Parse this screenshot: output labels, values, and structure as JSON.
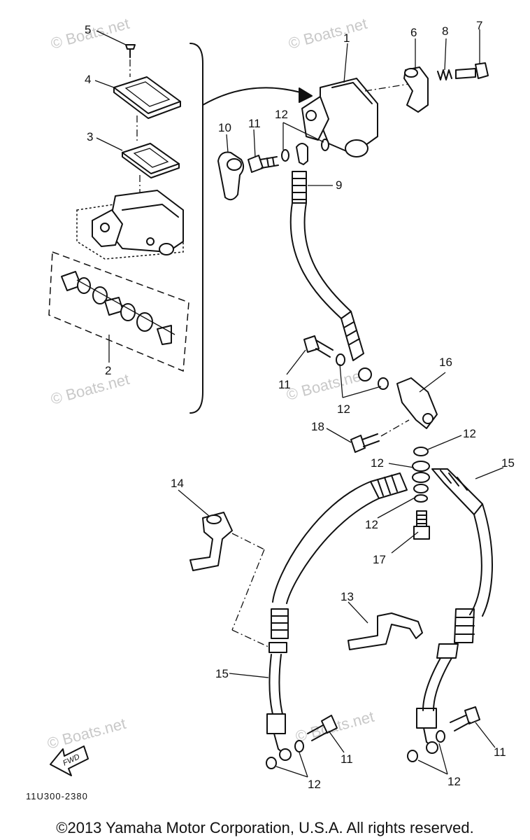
{
  "watermarks": [
    "© Boats.net",
    "© Boats.net",
    "© Boats.net",
    "© Boats.net",
    "© Boats.net",
    "© Boats.net"
  ],
  "part_labels": {
    "p1": "1",
    "p2": "2",
    "p3": "3",
    "p4": "4",
    "p5": "5",
    "p6": "6",
    "p7": "7",
    "p8": "8",
    "p9": "9",
    "p10": "10",
    "p11a": "11",
    "p11b": "11",
    "p11c": "11",
    "p11d": "11",
    "p12a": "12",
    "p12b": "12",
    "p12c": "12",
    "p12d": "12",
    "p12e": "12",
    "p12f": "12",
    "p12g": "12",
    "p13": "13",
    "p14": "14",
    "p15a": "15",
    "p15b": "15",
    "p16": "16",
    "p17": "17",
    "p18": "18"
  },
  "fwd_label": "FWD",
  "diagram_code": "11U300-2380",
  "copyright": "©2013 Yamaha Motor Corporation, U.S.A. All rights reserved."
}
